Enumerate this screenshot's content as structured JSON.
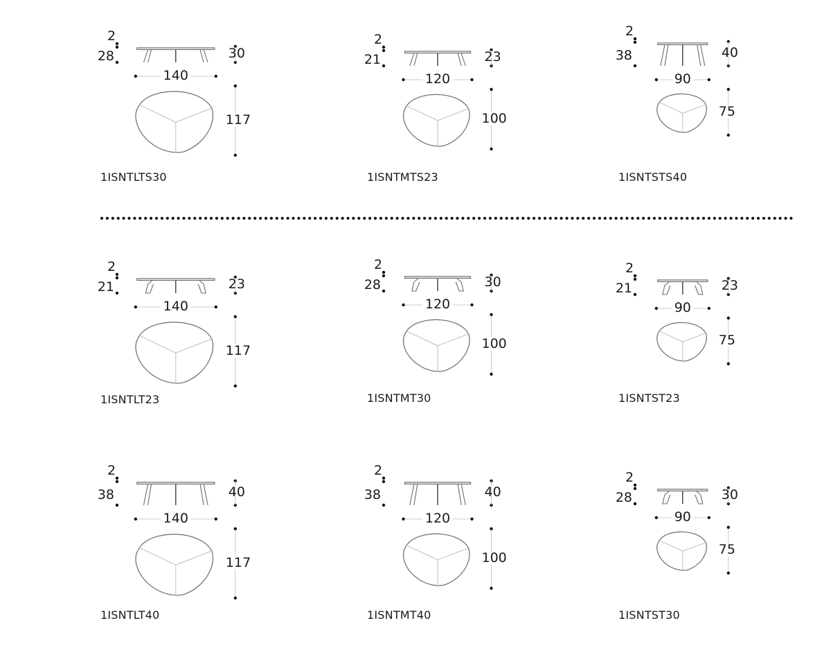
{
  "tables": [
    {
      "code": "1ISNTLTS30",
      "top": "2",
      "base": "28",
      "height": "30",
      "width": "140",
      "depth": "117",
      "size": "L",
      "legs": "splayed",
      "tall": false
    },
    {
      "code": "1ISNTMTS23",
      "top": "2",
      "base": "21",
      "height": "23",
      "width": "120",
      "depth": "100",
      "size": "M",
      "legs": "splayed",
      "tall": false
    },
    {
      "code": "1ISNTSTS40",
      "top": "2",
      "base": "38",
      "height": "40",
      "width": "90",
      "depth": "75",
      "size": "S",
      "legs": "splayed",
      "tall": true
    },
    {
      "code": "1ISNTLT23",
      "top": "2",
      "base": "21",
      "height": "23",
      "width": "140",
      "depth": "117",
      "size": "L",
      "legs": "straight",
      "tall": false
    },
    {
      "code": "1ISNTMT30",
      "top": "2",
      "base": "28",
      "height": "30",
      "width": "120",
      "depth": "100",
      "size": "M",
      "legs": "straight",
      "tall": false
    },
    {
      "code": "1ISNTST23",
      "top": "2",
      "base": "21",
      "height": "23",
      "width": "90",
      "depth": "75",
      "size": "S",
      "legs": "straight",
      "tall": false
    },
    {
      "code": "1ISNTLT40",
      "top": "2",
      "base": "38",
      "height": "40",
      "width": "140",
      "depth": "117",
      "size": "L",
      "legs": "straight",
      "tall": true
    },
    {
      "code": "1ISNTMT40",
      "top": "2",
      "base": "38",
      "height": "40",
      "width": "120",
      "depth": "100",
      "size": "M",
      "legs": "straight",
      "tall": true
    },
    {
      "code": "1ISNTST30",
      "top": "2",
      "base": "28",
      "height": "30",
      "width": "90",
      "depth": "75",
      "size": "S",
      "legs": "straight",
      "tall": false
    }
  ],
  "colors": {
    "line": "#6b6b6b",
    "ink": "#1a1a1a",
    "dot": "#111111",
    "divider": "#111111"
  }
}
